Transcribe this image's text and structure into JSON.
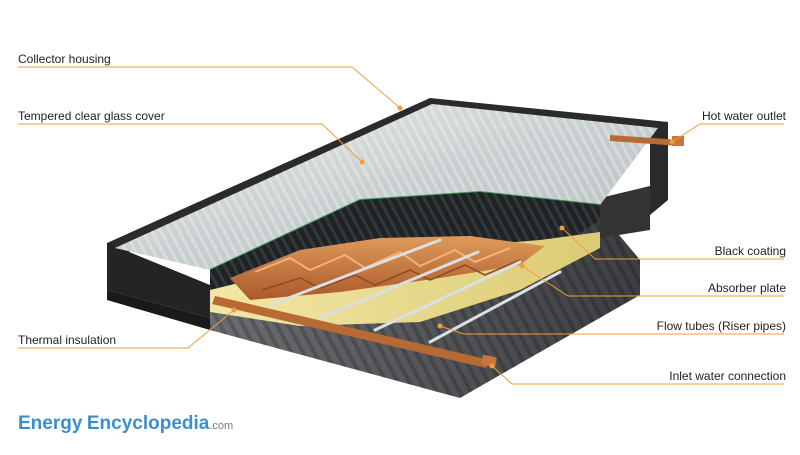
{
  "labels": {
    "collector_housing": "Collector housing",
    "glass_cover": "Tempered clear glass cover",
    "thermal_insulation": "Thermal insulation",
    "hot_water_outlet": "Hot water outlet",
    "black_coating": "Black coating",
    "absorber_plate": "Absorber plate",
    "flow_tubes": "Flow tubes (Riser pipes)",
    "inlet_water": "Inlet water connection"
  },
  "brand": {
    "word1": "Energy",
    "word2": "Encyclopedia",
    "suffix": ".com",
    "color": "#3b8fd0"
  },
  "colors": {
    "leader": "#f39c3a",
    "copper": "#c8763d",
    "insulation": "#e8d98a",
    "housing": "#2f2f2f",
    "glass_edge": "#3f9a5a"
  }
}
